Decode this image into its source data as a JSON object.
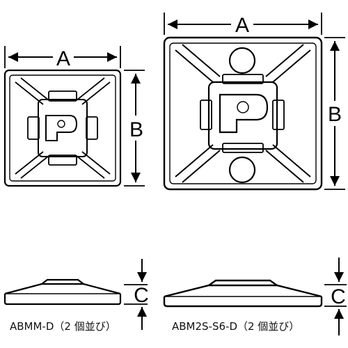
{
  "diagram": {
    "dimension_labels": {
      "abmm_width": "A",
      "abmm_height": "B",
      "abm2s_width": "A",
      "abm2s_height": "B",
      "abmm_thickness": "C",
      "abm2s_thickness": "C"
    },
    "captions": {
      "left": "ABMM-D（2 個並び）",
      "right": "ABM2S-S6-D（2 個並び）"
    },
    "colors": {
      "line": "#000000",
      "background": "#ffffff"
    }
  }
}
